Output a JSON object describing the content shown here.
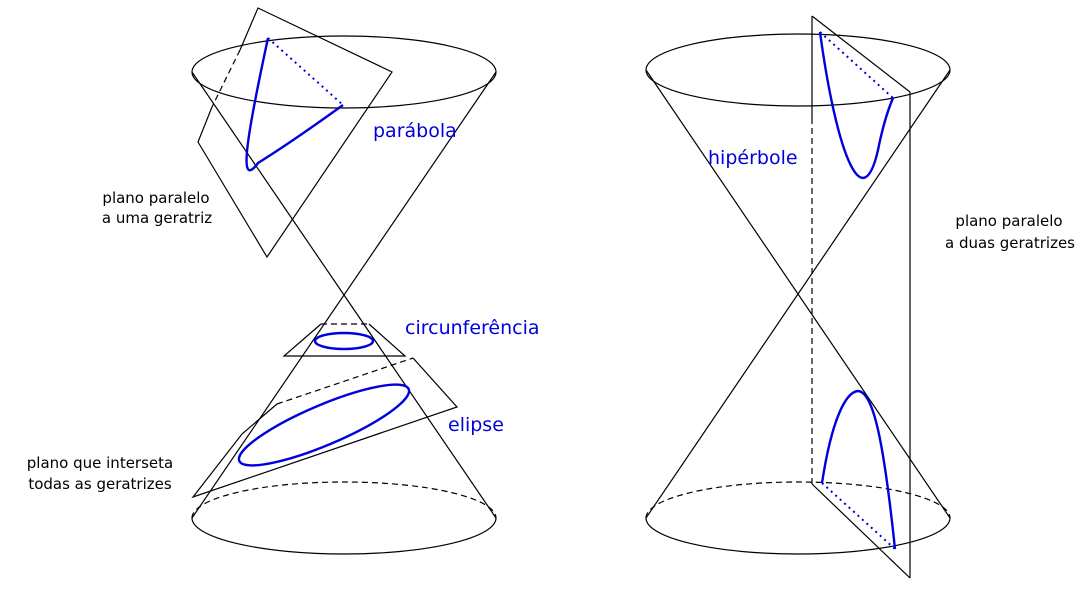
{
  "labels": {
    "parabola": "parábola",
    "parabola_plane_line1": "plano paralelo",
    "parabola_plane_line2": "a uma geratriz",
    "circle": "circunferência",
    "ellipse": "elipse",
    "ellipse_plane_line1": "plano que interseta",
    "ellipse_plane_line2": "todas as geratrizes",
    "hyperbola": "hipérbole",
    "hyperbola_plane_line1": "plano paralelo",
    "hyperbola_plane_line2": "a duas geratrizes"
  },
  "colors": {
    "line": "#000000",
    "curve": "#0000dd",
    "label_blue": "#0000dd",
    "background": "#ffffff"
  }
}
